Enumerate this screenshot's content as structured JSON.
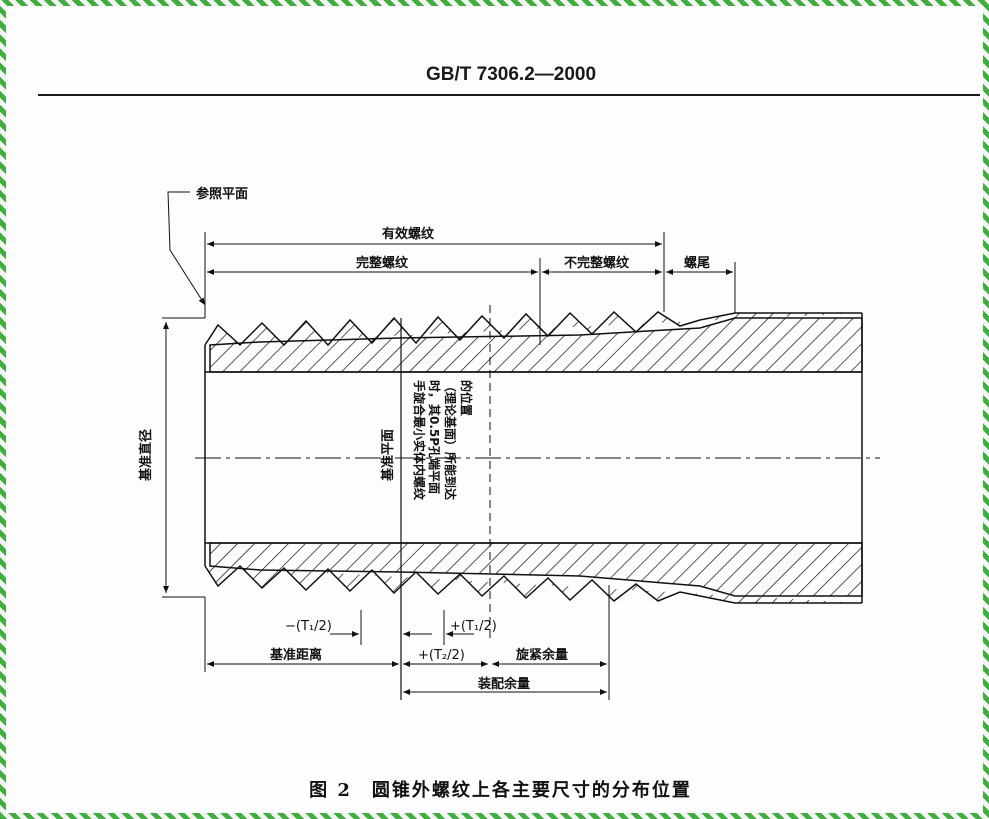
{
  "header": {
    "standard_number": "GB/T 7306.2—2000"
  },
  "caption": "图 2　圆锥外螺纹上各主要尺寸的分布位置",
  "labels": {
    "reference_plane": "参照平面",
    "effective_thread": "有效螺纹",
    "complete_thread": "完整螺纹",
    "incomplete_thread": "不完整螺纹",
    "washout_thread": "螺尾",
    "gauge_diameter": "基准直径",
    "gauge_plane": "基准平面",
    "handtight_note": [
      "手旋合最小实体内螺纹",
      "时，其0.5P孔端平面",
      "（理论基面）所能到达",
      "的位置"
    ],
    "minus_tol": "−(T₁/2)",
    "plus_tol1": "+(T₁/2)",
    "plus_tol2": "+(T₂/2)",
    "gauge_length": "基准距离",
    "wrenching_allowance": "旋紧余量",
    "fitting_allowance": "装配余量"
  },
  "colors": {
    "line": "#111111",
    "frame": "#3fae3f"
  }
}
